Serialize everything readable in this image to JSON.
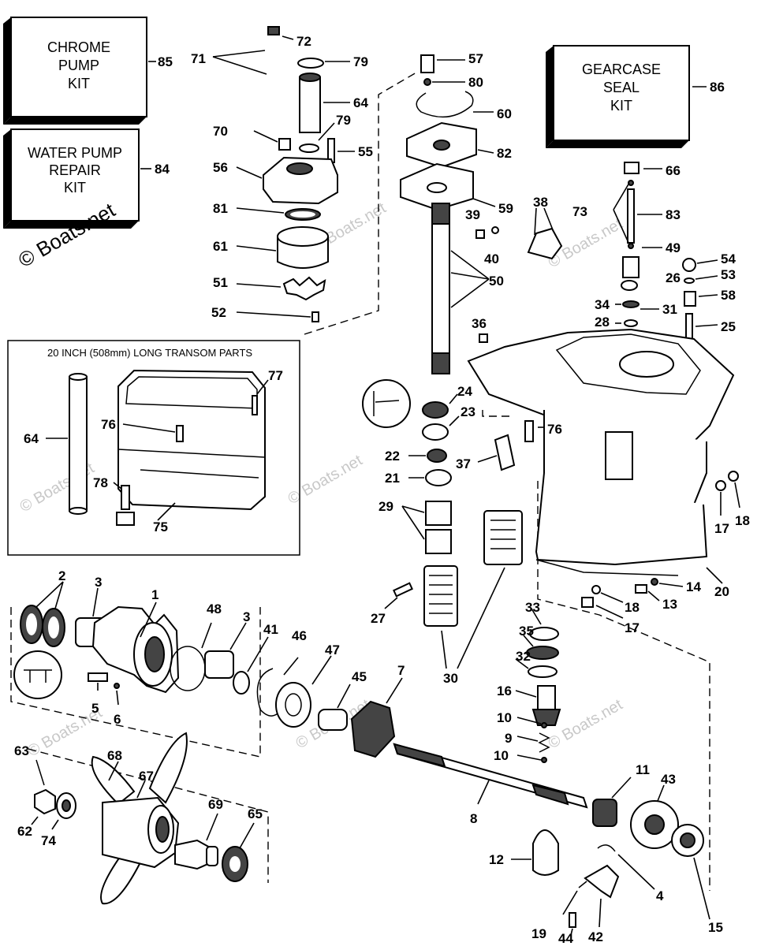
{
  "kits": {
    "chrome_pump": {
      "lines": [
        "CHROME",
        "PUMP",
        "KIT"
      ],
      "number": "85"
    },
    "water_pump": {
      "lines": [
        "WATER PUMP",
        "REPAIR",
        "KIT"
      ],
      "number": "84"
    },
    "gearcase_seal": {
      "lines": [
        "GEARCASE",
        "SEAL",
        "KIT"
      ],
      "number": "86"
    }
  },
  "inset": {
    "title": "20 INCH (508mm) LONG TRANSOM PARTS"
  },
  "watermark": {
    "main": "© Boats.net",
    "faint": "© Boats.net"
  },
  "callouts": {
    "c1": "1",
    "c2": "2",
    "c3a": "3",
    "c3b": "3",
    "c4": "4",
    "c5": "5",
    "c6": "6",
    "c7": "7",
    "c8": "8",
    "c9": "9",
    "c10a": "10",
    "c10b": "10",
    "c11": "11",
    "c12": "12",
    "c13": "13",
    "c14": "14",
    "c15": "15",
    "c16": "16",
    "c17a": "17",
    "c17b": "17",
    "c18a": "18",
    "c18b": "18",
    "c19": "19",
    "c20": "20",
    "c21": "21",
    "c22": "22",
    "c23": "23",
    "c24": "24",
    "c25": "25",
    "c26": "26",
    "c27": "27",
    "c28": "28",
    "c29": "29",
    "c30": "30",
    "c31": "31",
    "c32": "32",
    "c33": "33",
    "c34": "34",
    "c35": "35",
    "c36": "36",
    "c37": "37",
    "c38": "38",
    "c39": "39",
    "c40": "40",
    "c41": "41",
    "c42": "42",
    "c43": "43",
    "c44": "44",
    "c45": "45",
    "c46": "46",
    "c47": "47",
    "c48": "48",
    "c49": "49",
    "c50": "50",
    "c51": "51",
    "c52": "52",
    "c53": "53",
    "c54": "54",
    "c55": "55",
    "c56": "56",
    "c57": "57",
    "c58": "58",
    "c59": "59",
    "c60": "60",
    "c61": "61",
    "c62": "62",
    "c63": "63",
    "c64a": "64",
    "c64b": "64",
    "c65": "65",
    "c66": "66",
    "c67": "67",
    "c68": "68",
    "c69": "69",
    "c70": "70",
    "c71": "71",
    "c72": "72",
    "c73": "73",
    "c74": "74",
    "c75": "75",
    "c76a": "76",
    "c76b": "76",
    "c77": "77",
    "c78": "78",
    "c79a": "79",
    "c79b": "79",
    "c80": "80",
    "c81": "81",
    "c82": "82",
    "c83": "83"
  }
}
